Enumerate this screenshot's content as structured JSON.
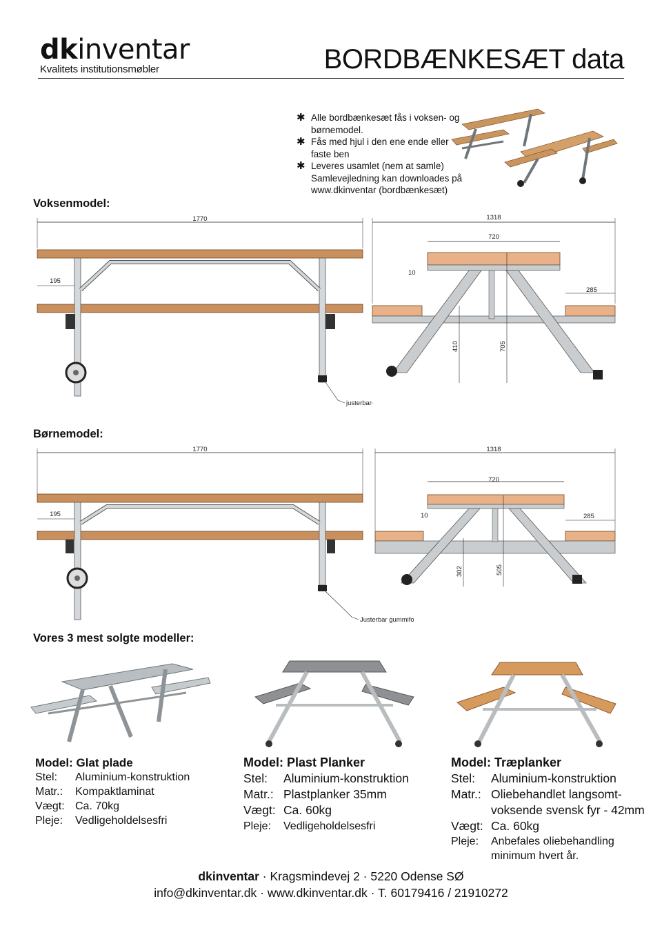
{
  "header": {
    "logo_bold": "dk",
    "logo_light": "inventar",
    "tagline": "Kvalitets institutionsmøbler",
    "title": "BORDBÆNKESÆT data"
  },
  "notes": [
    "Alle bordbænkesæt fås i voksen- og børnemodel.",
    "Fås med hjul i den ene ende eller faste ben",
    "Leveres usamlet (nem at samle) Samlevejledning kan downloades på www.dkinventar (bordbænkesæt)"
  ],
  "voksen": {
    "label": "Voksenmodel:",
    "length": "1770",
    "overhang": "195",
    "width": "1318",
    "top_width": "720",
    "gap": "10",
    "seat_depth": "285",
    "seat_height": "410",
    "table_height": "705",
    "callout": "justerbare gummifødder"
  },
  "boerne": {
    "label": "Børnemodel:",
    "length": "1770",
    "overhang": "195",
    "width": "1318",
    "top_width": "720",
    "gap": "10",
    "seat_depth": "285",
    "seat_height": "302",
    "table_height": "505",
    "callout": "Justerbar gummifod"
  },
  "models_heading": "Vores 3 mest solgte modeller:",
  "models": [
    {
      "title": "Model: Glat plade",
      "specs": [
        [
          "Stel:",
          "Aluminium-konstruktion"
        ],
        [
          "Matr.:",
          "Kompaktlaminat"
        ],
        [
          "Vægt:",
          "Ca. 70kg"
        ],
        [
          "Pleje:",
          "Vedligeholdelsesfri"
        ]
      ]
    },
    {
      "title": "Model: Plast Planker",
      "specs": [
        [
          "Stel:",
          "Aluminium-konstruktion"
        ],
        [
          "Matr.:",
          "Plastplanker 35mm"
        ],
        [
          "Vægt:",
          "Ca. 60kg"
        ],
        [
          "Pleje:",
          "Vedligeholdelsesfri"
        ]
      ]
    },
    {
      "title": "Model: Træplanker",
      "specs": [
        [
          "Stel:",
          "Aluminium-konstruktion"
        ],
        [
          "Matr.:",
          "Oliebehandlet langsomt-voksende svensk fyr - 42mm"
        ],
        [
          "Vægt:",
          "Ca. 60kg"
        ],
        [
          "Pleje:",
          "Anbefales oliebehandling minimum hvert år."
        ]
      ]
    }
  ],
  "footer": {
    "brand": "dkinventar",
    "address": " · Kragsmindevej 2 · 5220 Odense SØ",
    "line2": "info@dkinventar.dk · www.dkinventar.dk · T. 60179416 / 21910272"
  },
  "colors": {
    "wood": "#c98f5c",
    "wood_dark": "#8a5a34",
    "metal": "#c9cdd0",
    "metal_dark": "#6f767b",
    "plastic": "#8f9094",
    "laminate": "#b8bec2"
  }
}
